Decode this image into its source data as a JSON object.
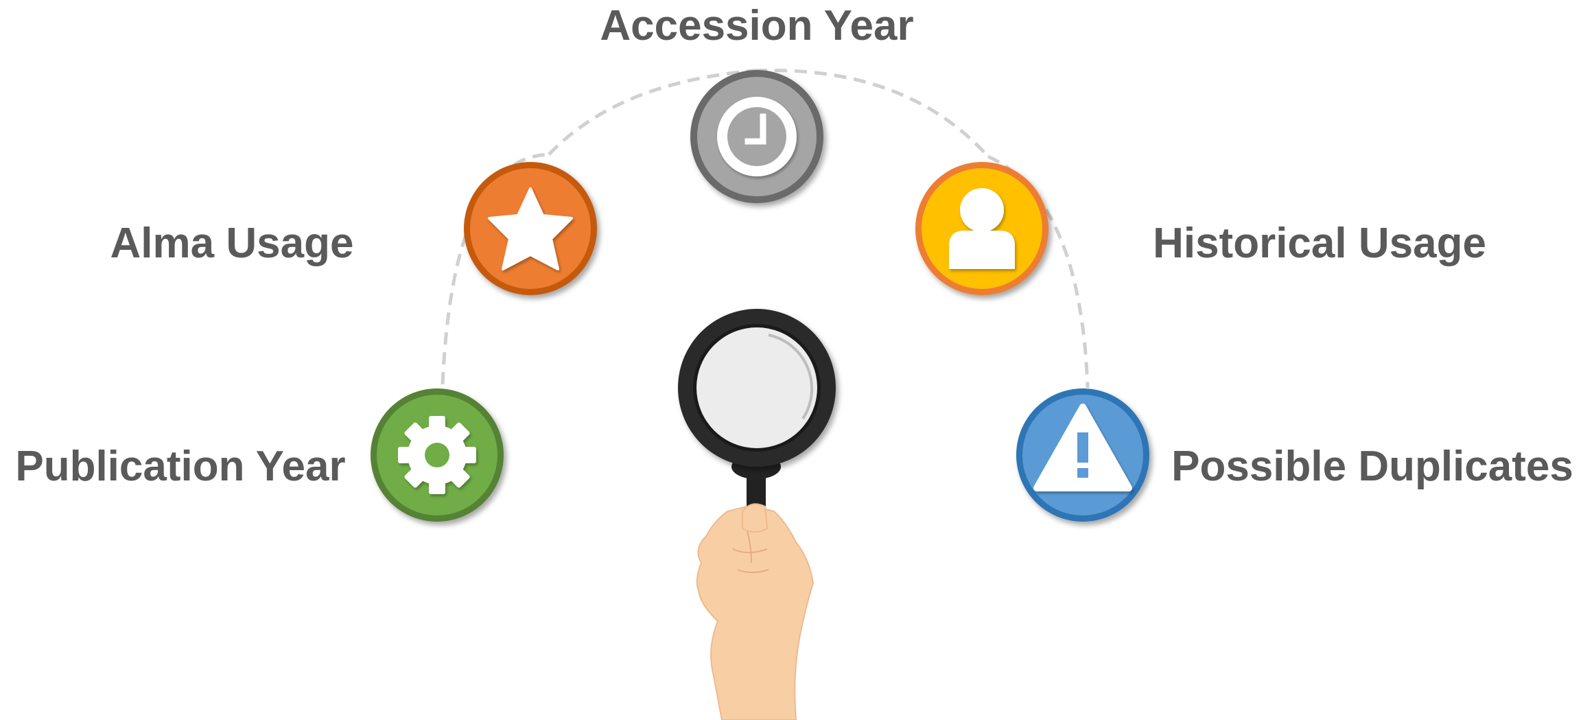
{
  "diagram": {
    "top": {
      "label": "Accession Year",
      "icon": "clock-icon",
      "fill": "#a5a5a5",
      "ring": "#6b6b6b"
    },
    "upper_left": {
      "label": "Alma Usage",
      "icon": "star-icon",
      "fill": "#ed7d31",
      "ring": "#c55a11"
    },
    "upper_right": {
      "label": "Historical Usage",
      "icon": "person-icon",
      "fill": "#ffc000",
      "ring": "#ed7d31"
    },
    "lower_left": {
      "label": "Publication Year",
      "icon": "gear-icon",
      "fill": "#70ad47",
      "ring": "#548235"
    },
    "lower_right": {
      "label": "Possible Duplicates",
      "icon": "warning-icon",
      "fill": "#5b9bd5",
      "ring": "#2e75b6"
    },
    "center": {
      "icon": "magnifying-glass-icon",
      "hand": "hand-icon"
    },
    "connector_color": "#d0d0d0"
  }
}
